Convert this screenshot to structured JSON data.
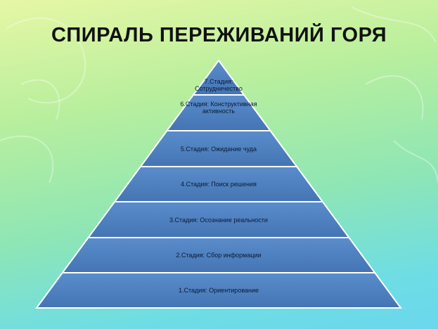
{
  "title": "СПИРАЛЬ ПЕРЕЖИВАНИЙ ГОРЯ",
  "colors": {
    "tier_fill": "#4e7fbf",
    "tier_stroke": "#ffffff",
    "tier_edge": "#2f5a8f",
    "label_text": "#0b1a33"
  },
  "tiers": [
    {
      "label": "7.Стадия: Сотрудничество"
    },
    {
      "label": "6.Стадия: Конструктивная активность"
    },
    {
      "label": "5.Стадия: Ожидание чуда"
    },
    {
      "label": "4.Стадия: Поиск решения"
    },
    {
      "label": "3.Стадия: Осознание реальности"
    },
    {
      "label": "2.Стадия: Сбор информации"
    },
    {
      "label": "1.Стадия: Ориентирование"
    }
  ]
}
